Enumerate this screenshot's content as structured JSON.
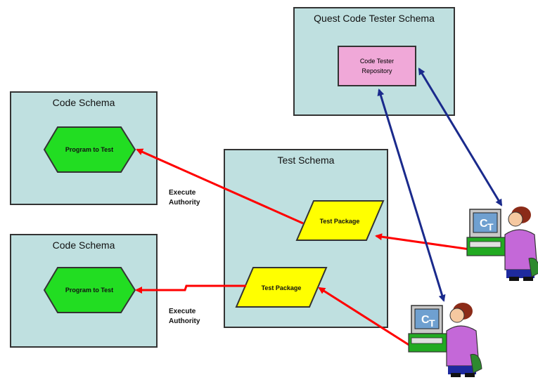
{
  "schemas": {
    "quest": "Quest Code Tester Schema",
    "code_top": "Code Schema",
    "code_bottom": "Code Schema",
    "test": "Test Schema"
  },
  "repository": {
    "line1": "Code Tester",
    "line2": "Repository"
  },
  "programs": {
    "top": "Program to Test",
    "bottom": "Program to Test"
  },
  "packages": {
    "top": "Test Package",
    "bottom": "Test Package"
  },
  "authority": {
    "top_line1": "Execute",
    "top_line2": "Authority",
    "bottom_line1": "Execute",
    "bottom_line2": "Authority"
  },
  "workstation": {
    "monitor_left": "C",
    "monitor_right": "T"
  },
  "colors": {
    "schema_fill": "#bfe0e0",
    "program_fill": "#22dd22",
    "package_fill": "#ffff00",
    "repository_fill": "#f0a8d8",
    "execute_arrow": "#ff0000",
    "repo_arrow": "#1a2a8c"
  }
}
